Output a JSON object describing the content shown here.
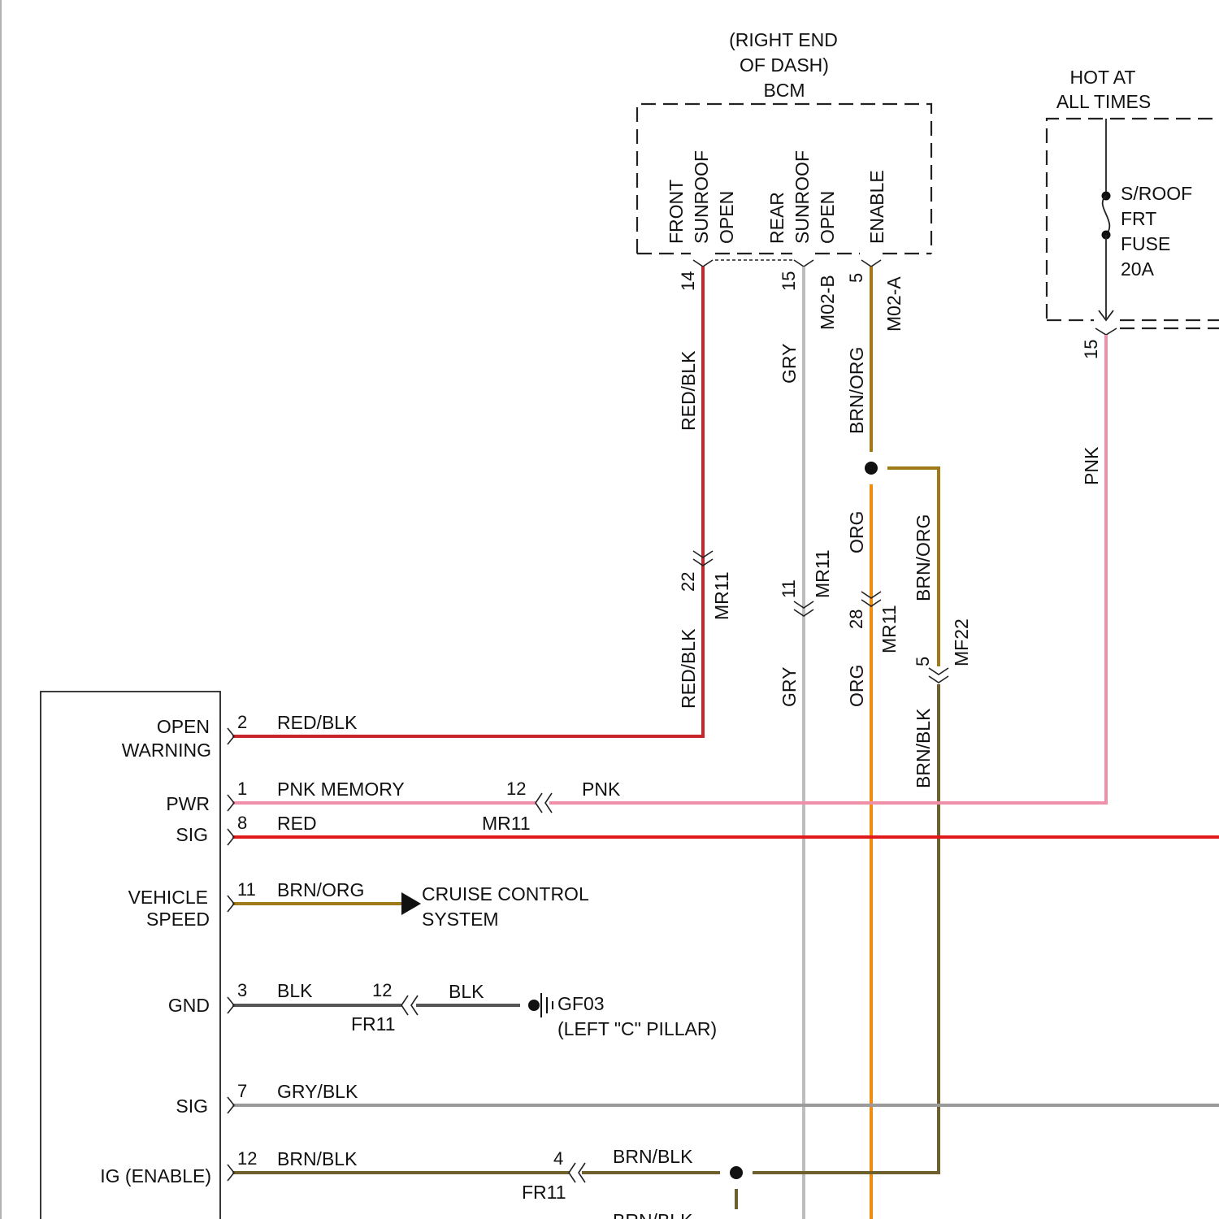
{
  "colors": {
    "red_blk": "#c8252d",
    "gry": "#bdbdbd",
    "brn_org": "#a07a18",
    "org": "#f08c10",
    "brn_blk": "#6e5f2c",
    "pnk": "#ef8fa8",
    "red": "#e01a1a",
    "blk": "#555555",
    "gry_blk": "#9a9a9a"
  },
  "bcm": {
    "location_line1": "(RIGHT END",
    "location_line2": "OF DASH)",
    "name": "BCM",
    "front": [
      "FRONT",
      "SUNROOF",
      "OPEN"
    ],
    "rear": [
      "REAR",
      "SUNROOF",
      "OPEN"
    ],
    "enable": "ENABLE",
    "pin_front": "14",
    "pin_rear": "15",
    "pin_enable": "5",
    "conn_b": "M02-B",
    "conn_a": "M02-A"
  },
  "fuse_box": {
    "hot_line1": "HOT AT",
    "hot_line2": "ALL TIMES",
    "fuse": [
      "S/ROOF",
      "FRT",
      "FUSE",
      "20A"
    ],
    "pin_out": "15"
  },
  "wires": {
    "red_blk_upper": "RED/BLK",
    "red_blk_lower": "RED/BLK",
    "gry_upper": "GRY",
    "gry_lower": "GRY",
    "brn_org_upper": "BRN/ORG",
    "org_upper": "ORG",
    "org_lower": "ORG",
    "brn_org_branch": "BRN/ORG",
    "brn_blk_riser": "BRN/BLK",
    "pnk_riser": "PNK"
  },
  "inline": {
    "c22_pin": "22",
    "c22_name": "MR11",
    "c11_pin": "11",
    "c11_name": "MR11",
    "c28_pin": "28",
    "c28_name": "MR11",
    "c5_pin": "5",
    "c5_name": "MF22"
  },
  "module": {
    "open_warning": [
      "OPEN",
      "WARNING"
    ],
    "pwr": "PWR",
    "sig1": "SIG",
    "vehicle_speed": [
      "VEHICLE",
      "SPEED"
    ],
    "gnd": "GND",
    "sig2": "SIG",
    "ig_enable": "IG (ENABLE)"
  },
  "rows": {
    "r1": {
      "pin": "2",
      "wire": "RED/BLK"
    },
    "r2": {
      "pin": "1",
      "wire": "PNK MEMORY",
      "conn_pin": "12",
      "conn_name": "MR11",
      "wire_right": "PNK"
    },
    "r3": {
      "pin": "8",
      "wire": "RED"
    },
    "r4": {
      "pin": "11",
      "wire": "BRN/ORG",
      "dest": [
        "CRUISE CONTROL",
        "SYSTEM"
      ]
    },
    "r5": {
      "pin": "3",
      "wire": "BLK",
      "conn_pin": "12",
      "conn_name": "FR11",
      "wire_right": "BLK",
      "ground_id": "GF03",
      "ground_loc": "(LEFT \"C\" PILLAR)"
    },
    "r6": {
      "pin": "7",
      "wire": "GRY/BLK"
    },
    "r7": {
      "pin": "12",
      "wire": "BRN/BLK",
      "conn_pin": "4",
      "conn_name": "FR11",
      "wire_right": "BRN/BLK",
      "wire_bottom": "BRN/BLK"
    }
  }
}
